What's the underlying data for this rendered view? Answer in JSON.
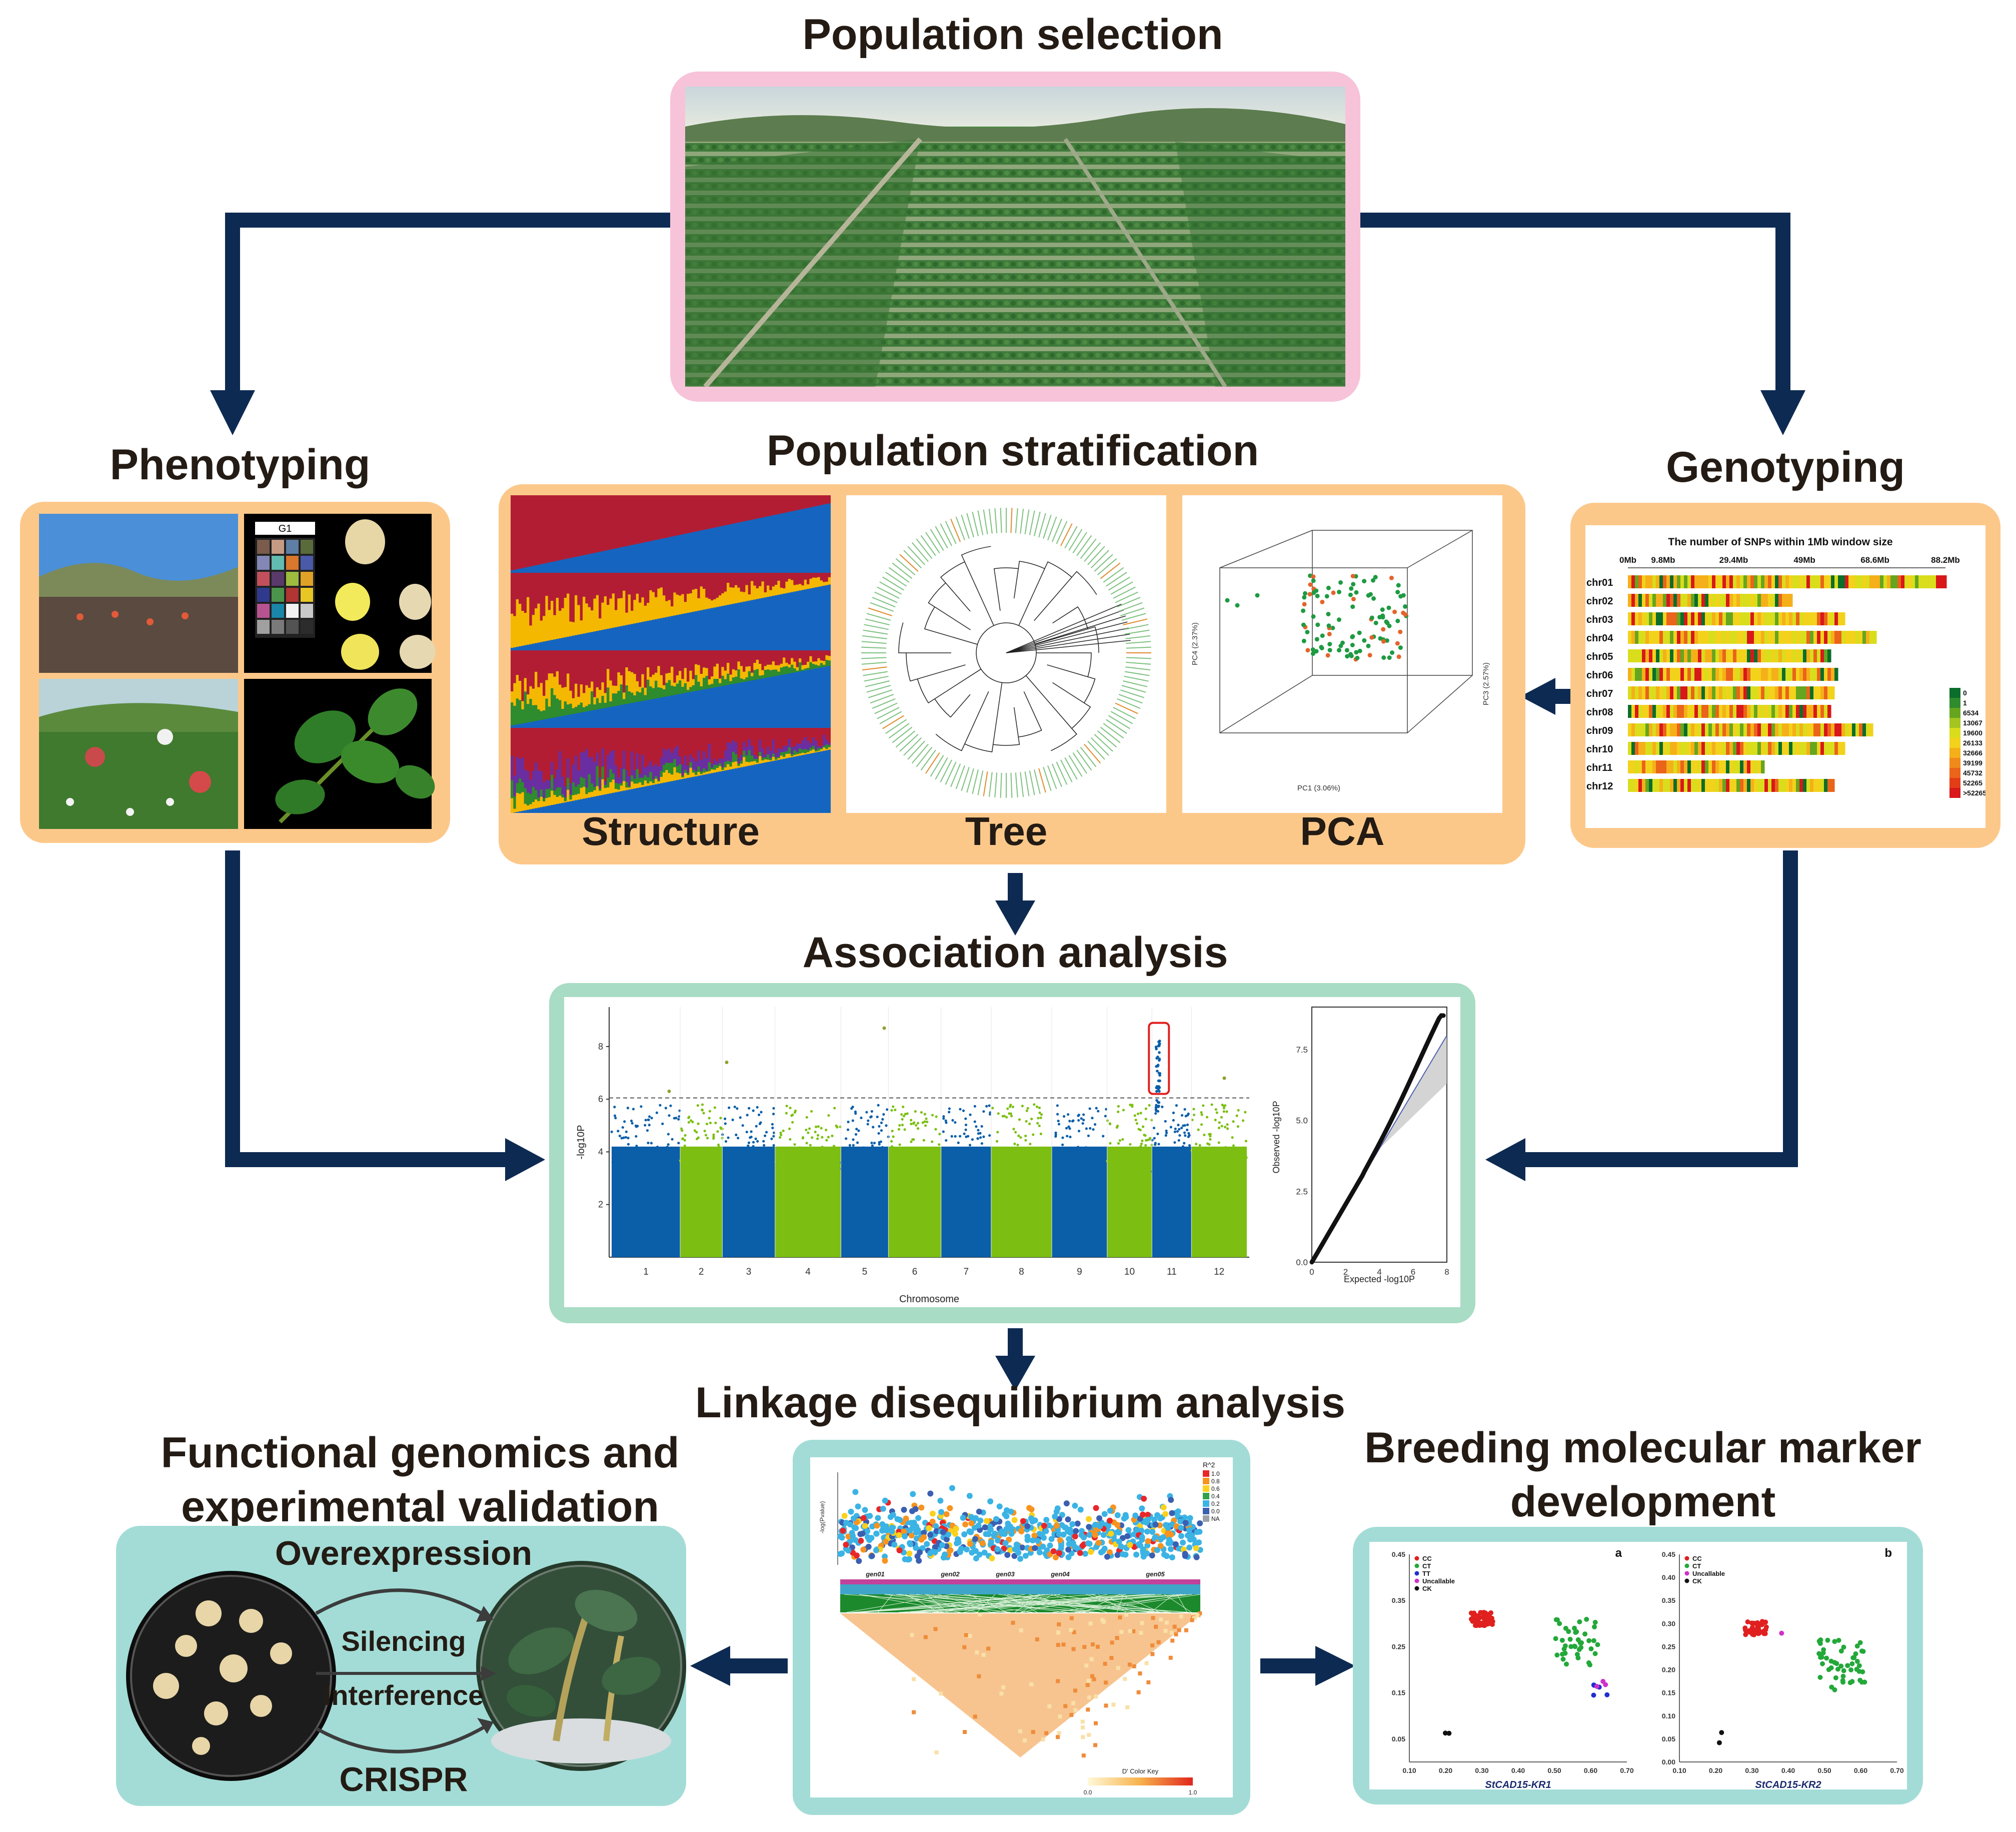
{
  "titles": {
    "population_selection": "Population selection",
    "phenotyping": "Phenotyping",
    "population_stratification": "Population stratification",
    "genotyping": "Genotyping",
    "association_analysis": "Association analysis",
    "ld_analysis": "Linkage disequilibrium analysis",
    "functional_line1": "Functional genomics and",
    "functional_line2": "experimental validation",
    "breeding_line1": "Breeding molecular marker",
    "breeding_line2": "development"
  },
  "stratification_labels": {
    "structure": "Structure",
    "tree": "Tree",
    "pca": "PCA"
  },
  "pca": {
    "x_label": "PC1 (3.06%)",
    "y_label": "PC4 (2.37%)",
    "z_label": "PC3 (2.57%)"
  },
  "phenotyping": {
    "chart_label": "G1"
  },
  "genotyping": {
    "title": "The number of SNPs within 1Mb window size",
    "scale": [
      "0Mb",
      "9.8Mb",
      "29.4Mb",
      "49Mb",
      "68.6Mb",
      "88.2Mb"
    ],
    "chromosomes": [
      "chr01",
      "chr02",
      "chr03",
      "chr04",
      "chr05",
      "chr06",
      "chr07",
      "chr08",
      "chr09",
      "chr10",
      "chr11",
      "chr12"
    ],
    "legend": [
      "0",
      "1",
      "6534",
      "13067",
      "19600",
      "26133",
      "32666",
      "39199",
      "45732",
      "52265",
      ">52265"
    ],
    "legend_colors": [
      "#0b6e2b",
      "#2e8b2e",
      "#66a61e",
      "#a4c520",
      "#d9dd1c",
      "#f2d21b",
      "#f5b019",
      "#f08a1a",
      "#ea6419",
      "#e33d18",
      "#d8181a"
    ]
  },
  "manhattan": {
    "ylabel": "-log10P",
    "xlabel": "Chromosome",
    "yticks": [
      "2",
      "4",
      "6",
      "8"
    ],
    "chromosomes": [
      "1",
      "2",
      "3",
      "4",
      "5",
      "6",
      "7",
      "8",
      "9",
      "10",
      "11",
      "12"
    ],
    "colors": [
      "#0b5ea8",
      "#7cbf12"
    ]
  },
  "qq": {
    "ylabel": "Observed -log10P",
    "xlabel": "Expected -log10P",
    "yticks": [
      "0.0",
      "2.5",
      "5.0",
      "7.5"
    ],
    "xticks": [
      "0",
      "2",
      "4",
      "6",
      "8"
    ]
  },
  "ld": {
    "ylabel": "-log(Pvalue)",
    "r2_title": "R^2",
    "r2_legend": [
      "1.0",
      "0.8",
      "0.6",
      "0.4",
      "0.2",
      "0.0",
      "NA"
    ],
    "r2_colors": [
      "#e8262a",
      "#f7931e",
      "#fbd11b",
      "#2da24a",
      "#3bb3e4",
      "#3b5fb1",
      "#9aa0a6"
    ],
    "genes": [
      "gen01",
      "gen02",
      "gen03",
      "gen04",
      "gen05"
    ],
    "color_key_title": "D' Color Key",
    "color_key_ticks": [
      "0.0",
      "1.0"
    ]
  },
  "functional": {
    "overexpression": "Overexpression",
    "silencing": "Silencing",
    "interference": "Interference",
    "crispr": "CRISPR"
  },
  "markers": {
    "panel_a": {
      "tag": "a",
      "xlabel": "StCAD15-KR1",
      "legend": [
        "CC",
        "CT",
        "TT",
        "Uncallable",
        "CK"
      ],
      "legend_colors": [
        "#e0201f",
        "#23a83a",
        "#1f2fd0",
        "#d130c9",
        "#111111"
      ],
      "yticks": [
        "0.45",
        "0.35",
        "0.25",
        "0.15",
        "0.05"
      ],
      "xticks": [
        "0.10",
        "0.20",
        "0.30",
        "0.40",
        "0.50",
        "0.60",
        "0.70"
      ]
    },
    "panel_b": {
      "tag": "b",
      "xlabel": "StCAD15-KR2",
      "legend": [
        "CC",
        "CT",
        "Uncallable",
        "CK"
      ],
      "legend_colors": [
        "#e0201f",
        "#23a83a",
        "#d130c9",
        "#111111"
      ],
      "yticks": [
        "0.45",
        "0.40",
        "0.35",
        "0.30",
        "0.25",
        "0.20",
        "0.15",
        "0.10",
        "0.05",
        "0.00"
      ],
      "xticks": [
        "0.10",
        "0.20",
        "0.30",
        "0.40",
        "0.50",
        "0.60",
        "0.70"
      ]
    }
  }
}
